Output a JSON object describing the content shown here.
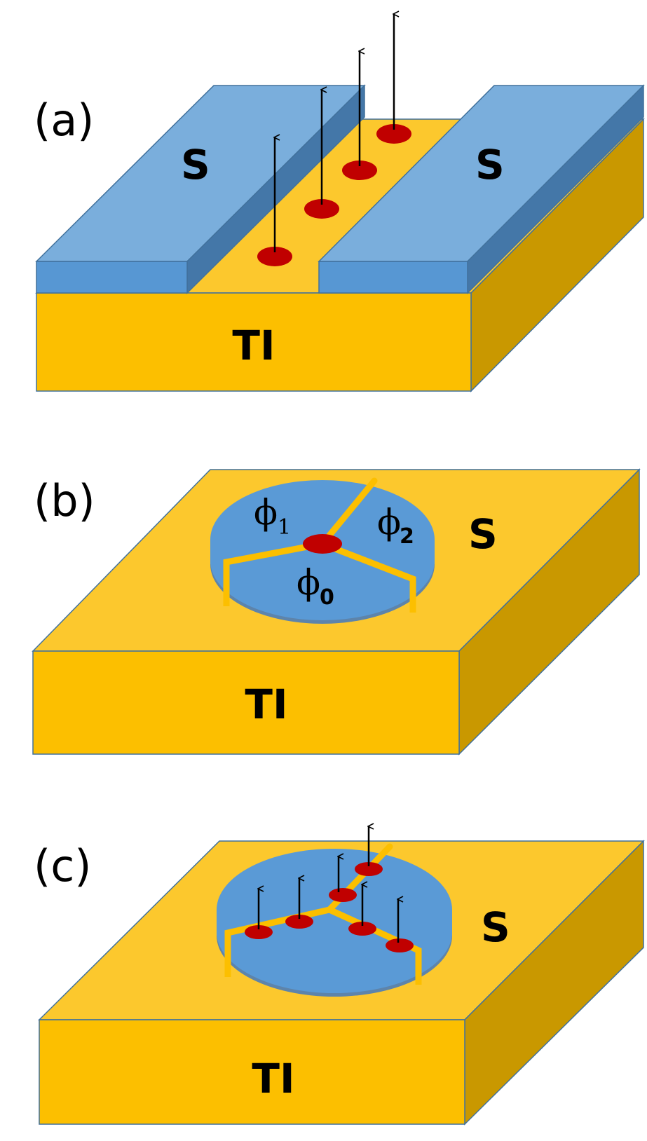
{
  "panels": {
    "a": {
      "label": "(a)",
      "substrate": "TI",
      "left_electrode": "S",
      "right_electrode": "S"
    },
    "b": {
      "label": "(b)",
      "substrate": "TI",
      "electrode": "S",
      "phase_1": "ϕ",
      "phase_1_sub": "1",
      "phase_2": "ϕ",
      "phase_2_sub": "2",
      "phase_0": "ϕ",
      "phase_0_sub": "0"
    },
    "c": {
      "label": "(c)",
      "substrate": "TI",
      "electrode": "S"
    }
  },
  "colors": {
    "ti_front": "#fcbf00",
    "ti_top": "#fcc82d",
    "ti_side": "#c99800",
    "s_top": "#7aaedc",
    "s_front": "#5797d3",
    "s_side": "#4477a8",
    "disc": "#5a9ad6",
    "channel": "#fcbf00",
    "majorana": "#c00000",
    "arrow": "#000000",
    "edge": "#41719c"
  },
  "icons": [
    "majorana-dot",
    "spin-arrow-up"
  ]
}
